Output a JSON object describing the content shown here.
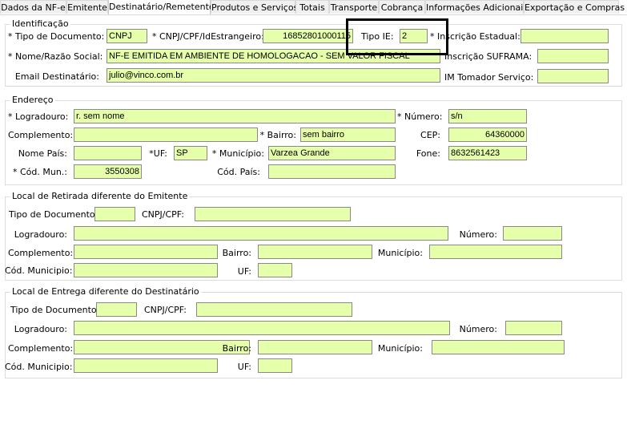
{
  "tabs": [
    "Dados da NF-e",
    "Emitente",
    "Destinatário/Remetente",
    "Produtos e Serviços",
    "Totais",
    "Transporte",
    "Cobrança",
    "Informações Adicionais",
    "Exportação e Compras"
  ],
  "identificacao": {
    "title": "Identificação",
    "tipo_doc_label": "* Tipo de Documento:",
    "tipo_doc_value": "CNPJ",
    "cnpj_label": "* CNPJ/CPF/IdEstrangeiro:",
    "cnpj_value": "16852801000115",
    "tipo_ie_label": "Tipo IE:",
    "tipo_ie_value": "2",
    "insc_estadual_label": "* Inscrição Estadual:",
    "insc_estadual_value": "",
    "nome_label": "* Nome/Razão Social:",
    "nome_value": "NF-E EMITIDA EM AMBIENTE DE HOMOLOGACAO - SEM VALOR FISCAL",
    "suframa_label": "Inscrição SUFRAMA:",
    "suframa_value": "",
    "email_label": "Email Destinatário:",
    "email_value": "julio@vinco.com.br",
    "im_label": "IM Tomador Serviço:",
    "im_value": ""
  },
  "endereco": {
    "title": "Endereço",
    "logradouro_label": "* Logradouro:",
    "logradouro_value": "r. sem nome",
    "numero_label": "* Número:",
    "numero_value": "s/n",
    "complemento_label": "Complemento:",
    "complemento_value": "",
    "bairro_label": "* Bairro:",
    "bairro_value": "sem bairro",
    "cep_label": "CEP:",
    "cep_value": "64360000",
    "pais_label": "Nome País:",
    "pais_value": "",
    "uf_label": "*UF:",
    "uf_value": "SP",
    "municipio_label": "* Município:",
    "municipio_value": "Varzea Grande",
    "fone_label": "Fone:",
    "fone_value": "8632561423",
    "cod_mun_label": "* Cód. Mun.:",
    "cod_mun_value": "3550308",
    "cod_pais_label": "Cód. País:",
    "cod_pais_value": ""
  },
  "retirada": {
    "title": "Local de Retirada diferente do Emitente",
    "tipo_doc_label": "Tipo de Documento:",
    "cnpj_label": "CNPJ/CPF:",
    "logradouro_label": "Logradouro:",
    "numero_label": "Número:",
    "complemento_label": "Complemento:",
    "bairro_label": "Bairro:",
    "municipio_label": "Município:",
    "cod_municipio_label": "Cód. Municipio:",
    "uf_label": "UF:"
  },
  "entrega": {
    "title": "Local de Entrega diferente do Destinatário",
    "tipo_doc_label": "Tipo de Documento:",
    "cnpj_label": "CNPJ/CPF:",
    "logradouro_label": "Logradouro:",
    "numero_label": "Número:",
    "complemento_label": "Complemento:",
    "bairro_label": "Bairro:",
    "municipio_label": "Município:",
    "cod_municipio_label": "Cód. Municipio:",
    "uf_label": "UF:"
  },
  "colors": {
    "field_bg": "#e6ffaa",
    "border": "#dcdcdc"
  }
}
